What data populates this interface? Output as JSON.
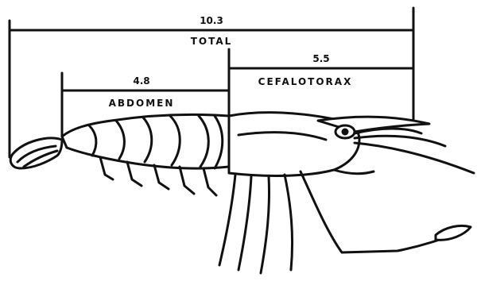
{
  "measurements": {
    "total": {
      "value": "10.3",
      "label": "TOTAL"
    },
    "cephalothorax": {
      "value": "5.5",
      "label": "CEFALOTORAX"
    },
    "abdomen": {
      "value": "4.8",
      "label": "ABDOMEN"
    }
  },
  "colors": {
    "ink": "#111111",
    "paper": "#ffffff"
  },
  "figure": {
    "subject": "shrimp-lateral-view"
  }
}
